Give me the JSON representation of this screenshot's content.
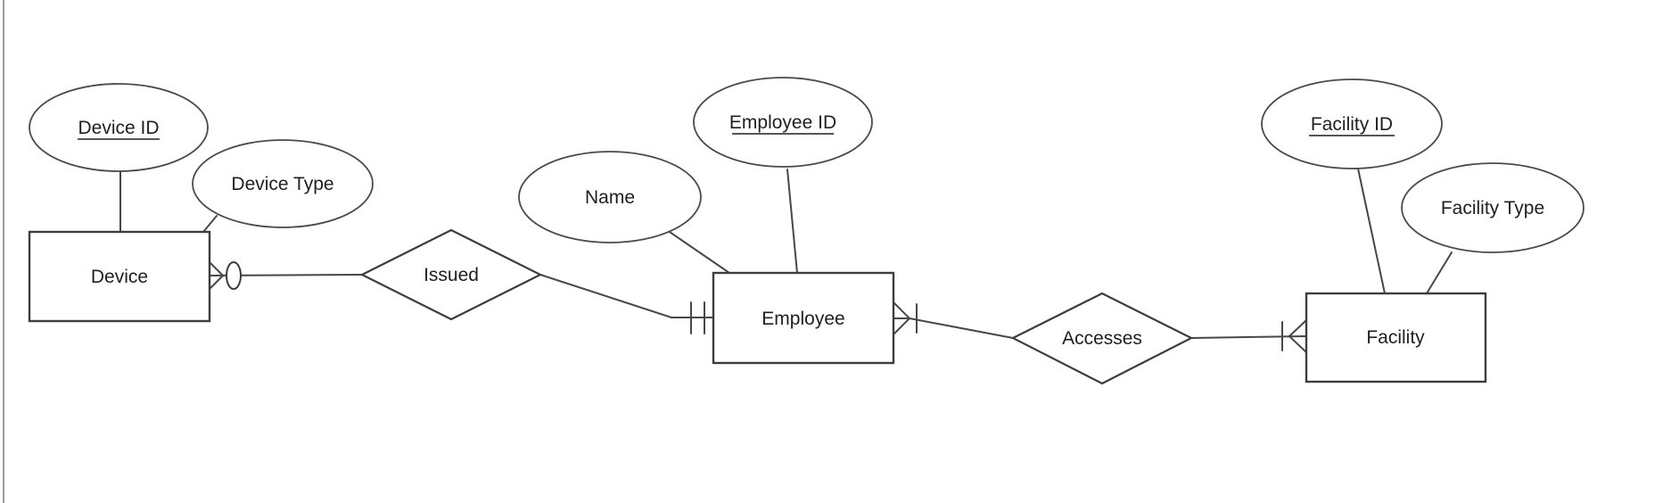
{
  "page": {
    "background": "#ffffff",
    "left_border_color": "#9b9b9b"
  },
  "colors": {
    "shape_stroke": "#3d3d3d",
    "ellipse_stroke": "#4a4a4a",
    "connector_stroke": "#474747",
    "text": "#1f1f1f",
    "shape_fill": "#ffffff"
  },
  "diagram": {
    "type": "entity-relationship",
    "notation": "chen-attributes-with-crows-foot-cardinality",
    "entities": [
      {
        "id": "device",
        "label": "Device"
      },
      {
        "id": "employee",
        "label": "Employee"
      },
      {
        "id": "facility",
        "label": "Facility"
      }
    ],
    "relationships": [
      {
        "id": "issued",
        "label": "Issued"
      },
      {
        "id": "accesses",
        "label": "Accesses"
      }
    ],
    "attributes": [
      {
        "id": "device-id",
        "label": "Device ID",
        "entity": "Device",
        "primary_key": true
      },
      {
        "id": "device-type",
        "label": "Device Type",
        "entity": "Device",
        "primary_key": false
      },
      {
        "id": "name",
        "label": "Name",
        "entity": "Employee",
        "primary_key": false
      },
      {
        "id": "employee-id",
        "label": "Employee ID",
        "entity": "Employee",
        "primary_key": true
      },
      {
        "id": "facility-id",
        "label": "Facility ID",
        "entity": "Facility",
        "primary_key": true
      },
      {
        "id": "facility-type",
        "label": "Facility Type",
        "entity": "Facility",
        "primary_key": false
      }
    ],
    "connections": [
      {
        "via": "Issued",
        "from": "Device",
        "to": "Employee",
        "cardinality_at_device": "zero-or-many (crow's foot + circle)",
        "cardinality_at_employee": "one-and-only-one (double bar)"
      },
      {
        "via": "Accesses",
        "from": "Employee",
        "to": "Facility",
        "cardinality_at_employee": "one-or-many (crow's foot + bar)",
        "cardinality_at_facility": "one-or-many (crow's foot + bar)"
      }
    ]
  }
}
